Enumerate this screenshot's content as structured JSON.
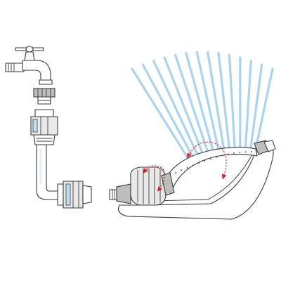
{
  "colors": {
    "outline": "#3a3a3a",
    "water_spray": "#a9d3ef",
    "rotation_arrow": "#d7262b",
    "highlight_accent": "#bfe0f4"
  },
  "parts": [
    {
      "name": "water-tap",
      "icon": "faucet"
    },
    {
      "name": "tap-connector",
      "icon": "threaded-adapter"
    },
    {
      "name": "hose-connector",
      "icon": "quick-connector"
    },
    {
      "name": "garden-hose",
      "icon": "hose"
    },
    {
      "name": "sprinkler-connector",
      "icon": "quick-connector"
    },
    {
      "name": "oscillating-sprinkler",
      "icon": "sprinkler"
    }
  ],
  "spray": {
    "jet_count": 14
  }
}
